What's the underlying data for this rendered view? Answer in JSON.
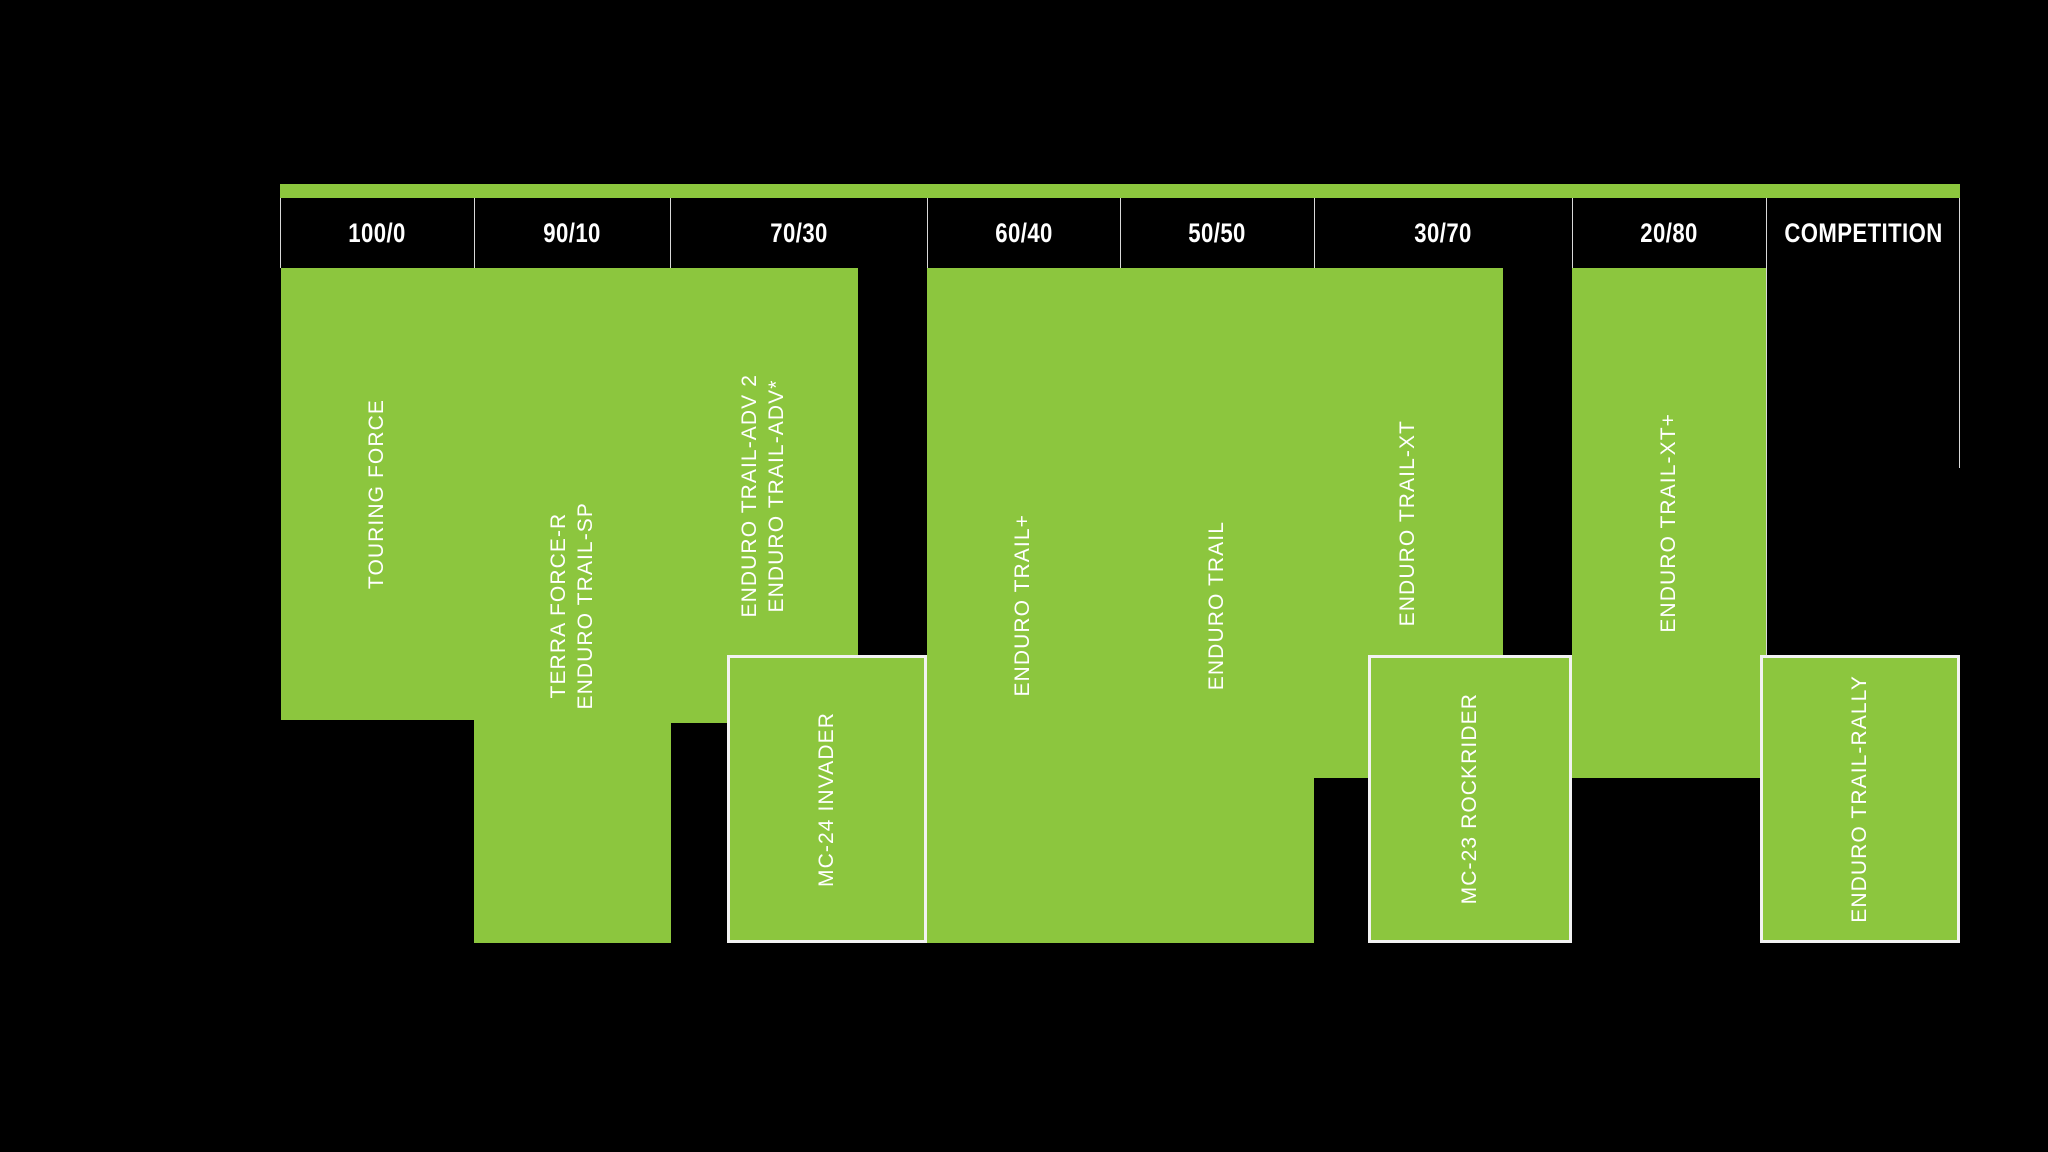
{
  "meta": {
    "title": "Tire Usage Ratio Range Chart",
    "accent_color": "#8CC63E",
    "background_color": "#000000",
    "outline_color": "#f2f2f2",
    "text_color": "#ffffff"
  },
  "header": {
    "columns": [
      {
        "label": "100/0"
      },
      {
        "label": "90/10"
      },
      {
        "label": "70/30"
      },
      {
        "label": "60/40"
      },
      {
        "label": "50/50"
      },
      {
        "label": "30/70"
      },
      {
        "label": "20/80"
      },
      {
        "label": "COMPETITION"
      }
    ]
  },
  "chart_data": {
    "type": "bar",
    "orientation": "vertical-range",
    "title": "",
    "xlabel": "",
    "ylabel": "",
    "categories": [
      "100/0",
      "90/10",
      "70/30",
      "60/40",
      "50/50",
      "30/70",
      "20/80",
      "COMPETITION"
    ],
    "grid": false,
    "legend": "none",
    "bars": [
      {
        "name": "TOURING FORCE",
        "label_lines": [
          "TOURING FORCE"
        ],
        "start_category": "100/0",
        "end_category": "100/0",
        "outlined": false,
        "row": "upper"
      },
      {
        "name": "TERRA FORCE-R / ENDURO TRAIL-SP",
        "label_lines": [
          "TERRA FORCE-R",
          "ENDURO TRAIL-SP"
        ],
        "start_category": "90/10",
        "end_category": "90/10",
        "outlined": false,
        "row": "upper"
      },
      {
        "name": "ENDURO TRAIL-ADV 2 / ENDURO TRAIL-ADV*",
        "label_lines": [
          "ENDURO TRAIL-ADV 2",
          "ENDURO TRAIL-ADV*"
        ],
        "start_category": "70/30",
        "end_category": "70/30",
        "outlined": false,
        "row": "upper"
      },
      {
        "name": "ENDURO TRAIL+",
        "label_lines": [
          "ENDURO TRAIL+"
        ],
        "start_category": "60/40",
        "end_category": "60/40",
        "outlined": false,
        "row": "upper"
      },
      {
        "name": "ENDURO TRAIL",
        "label_lines": [
          "ENDURO TRAIL"
        ],
        "start_category": "50/50",
        "end_category": "50/50",
        "outlined": false,
        "row": "upper"
      },
      {
        "name": "ENDURO TRAIL-XT",
        "label_lines": [
          "ENDURO TRAIL-XT"
        ],
        "start_category": "30/70",
        "end_category": "30/70",
        "outlined": false,
        "row": "upper"
      },
      {
        "name": "ENDURO TRAIL-XT+",
        "label_lines": [
          "ENDURO TRAIL-XT+"
        ],
        "start_category": "20/80",
        "end_category": "20/80",
        "outlined": false,
        "row": "upper"
      },
      {
        "name": "MC-24 INVADER",
        "label_lines": [
          "MC-24 INVADER"
        ],
        "start_category": "70/30",
        "end_category": "60/40",
        "outlined": true,
        "row": "lower"
      },
      {
        "name": "MC-23 ROCKRIDER",
        "label_lines": [
          "MC-23 ROCKRIDER"
        ],
        "start_category": "30/70",
        "end_category": "20/80",
        "outlined": true,
        "row": "lower"
      },
      {
        "name": "ENDURO TRAIL-RALLY",
        "label_lines": [
          "ENDURO TRAIL-RALLY"
        ],
        "start_category": "COMPETITION",
        "end_category": "COMPETITION",
        "outlined": true,
        "row": "lower"
      }
    ]
  }
}
